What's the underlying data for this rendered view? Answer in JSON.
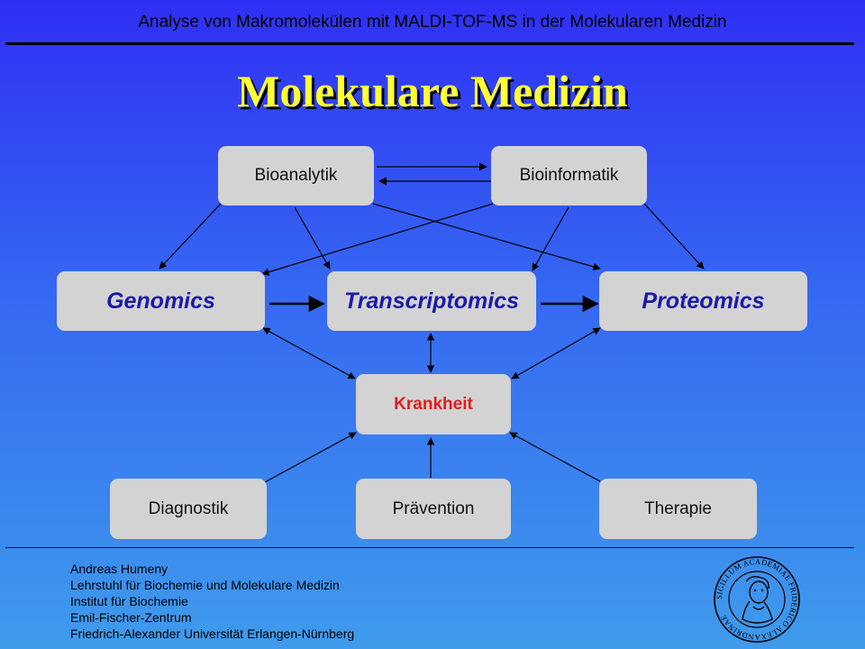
{
  "header": "Analyse von Makromolekülen mit MALDI-TOF-MS in der Molekularen Medizin",
  "title": "Molekulare Medizin",
  "nodes": {
    "bioanalytik": "Bioanalytik",
    "bioinformatik": "Bioinformatik",
    "genomics": "Genomics",
    "transcriptomics": "Transcriptomics",
    "proteomics": "Proteomics",
    "krankheit": "Krankheit",
    "diagnostik": "Diagnostik",
    "praevention": "Prävention",
    "therapie": "Therapie"
  },
  "footer": {
    "lines": [
      "Andreas Humeny",
      "Lehrstuhl für Biochemie und Molekulare Medizin",
      "Institut für Biochemie",
      "Emil-Fischer-Zentrum",
      "Friedrich-Alexander Universität Erlangen-Nürnberg"
    ]
  },
  "seal": {
    "text": "SIGILLUM ACADEMIAE FRIDERICO ALEXANDRINAE",
    "icon": "university-seal-icon"
  },
  "colors": {
    "background_top": "#2f2ff4",
    "background_bottom": "#3f9bec",
    "title": "#ffff33",
    "box": "#d3d3d3",
    "omics_text": "#1a1aa8",
    "krankheit_text": "#e21c1c"
  }
}
